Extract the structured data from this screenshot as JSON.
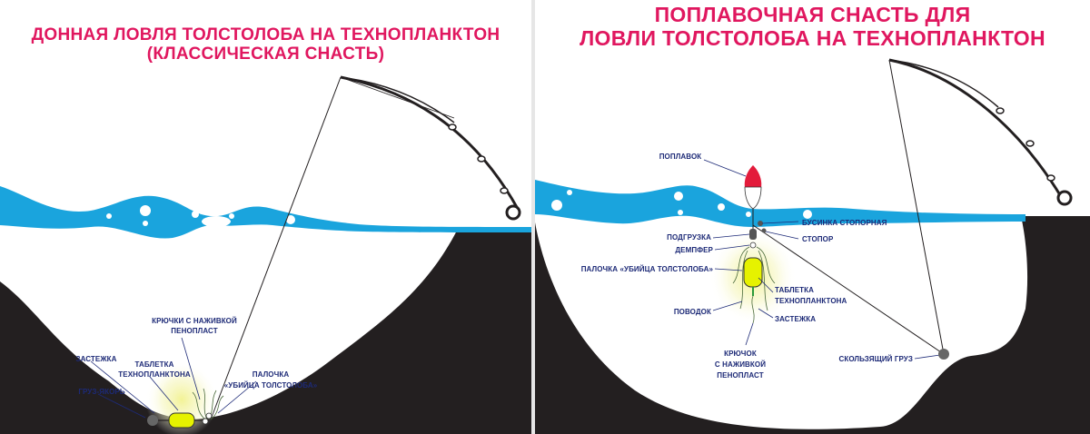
{
  "colors": {
    "title": "#e0175f",
    "water": "#1aa4dd",
    "ground": "#231f20",
    "label": "#1d2a77",
    "pellet": "#e6f200",
    "glow": "#f6f6b0",
    "float_top": "#e31b3b"
  },
  "left": {
    "title_line1": "ДОННАЯ ЛОВЛЯ ТОЛСТОЛОБА  НА ТЕХНОПЛАНКТОН",
    "title_line2": "(КЛАССИЧЕСКАЯ СНАСТЬ)",
    "labels": {
      "hooks_1": "КРЮЧКИ С НАЖИВКОЙ",
      "hooks_2": "ПЕНОПЛАСТ",
      "clasp": "ЗАСТЕЖКА",
      "pellet_1": "ТАБЛЕТКА",
      "pellet_2": "ТЕХНОПЛАНКТОНА",
      "anchor_weight": "ГРУЗ-ЯКОРЬ",
      "stick_1": "ПАЛОЧКА",
      "stick_2": "«УБИЙЦА ТОЛСТОЛОБА»"
    }
  },
  "right": {
    "title_line1": "ПОПЛАВОЧНАЯ СНАСТЬ ДЛЯ",
    "title_line2": "ЛОВЛИ ТОЛСТОЛОБА НА ТЕХНОПЛАНКТОН",
    "labels": {
      "float": "ПОПЛАВОК",
      "bead": "БУСИНКА СТОПОРНАЯ",
      "stopper": "СТОПОР",
      "sinker": "ПОДГРУЗКА",
      "damper": "ДЕМПФЕР",
      "stick": "ПАЛОЧКА «УБИЙЦА ТОЛСТОЛОБА»",
      "pellet_1": "ТАБЛЕТКА",
      "pellet_2": "ТЕХНОПЛАНКТОНА",
      "leader": "ПОВОДОК",
      "clasp": "ЗАСТЕЖКА",
      "hook_1": "КРЮЧОК",
      "hook_2": "С НАЖИВКОЙ",
      "hook_3": "ПЕНОПЛАСТ",
      "sliding_weight": "СКОЛЬЗЯЩИЙ ГРУЗ"
    }
  }
}
